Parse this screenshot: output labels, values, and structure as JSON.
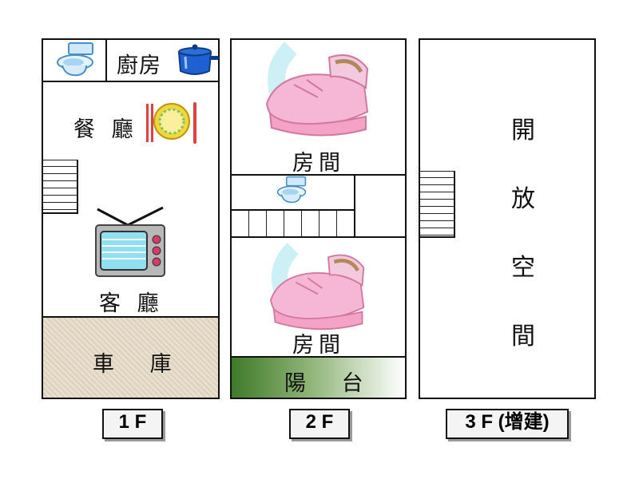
{
  "floors": [
    {
      "tag": "1 F",
      "rooms": {
        "kitchen": "廚房",
        "dining": "餐 廳",
        "living": "客 廳",
        "garage": "車 庫"
      },
      "icons": [
        "toilet-icon",
        "cooking-pot-icon",
        "plate-and-cutlery-icon",
        "television-icon"
      ]
    },
    {
      "tag": "2 F",
      "rooms": {
        "room_top": "房間",
        "room_bottom": "房間",
        "balcony": "陽 台"
      },
      "icons": [
        "cradle-icon",
        "toilet-icon",
        "cradle-icon"
      ]
    },
    {
      "tag": "3 F (增建)",
      "rooms": {
        "open_space": [
          "開",
          "放",
          "空",
          "間"
        ]
      }
    }
  ],
  "colors": {
    "outline": "#111111",
    "garage_fill": "#e7dccb",
    "balcony_gradient": [
      "#3f7a2a",
      "#ffffff"
    ],
    "cradle_pink": "#f6b6d5",
    "tag_shadow": "#9a9a9a"
  }
}
